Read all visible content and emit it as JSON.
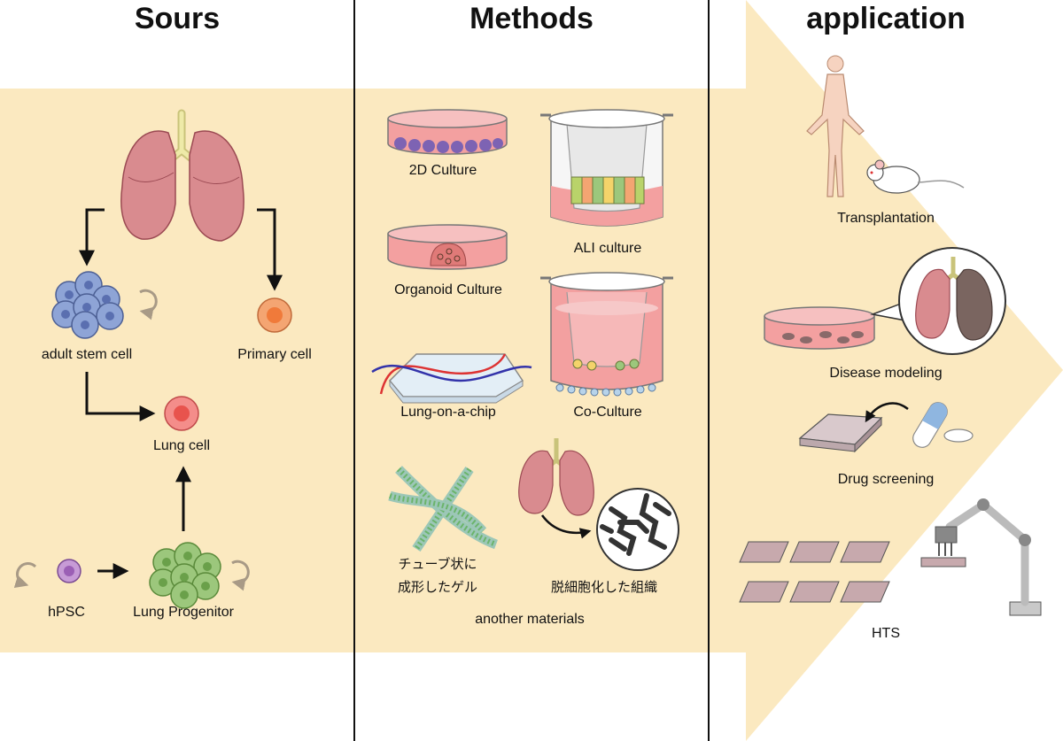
{
  "headers": {
    "sources": "Sours",
    "methods": "Methods",
    "application": "application"
  },
  "sources": {
    "adult_stem_cell": "adult stem cell",
    "primary_cell": "Primary cell",
    "lung_cell": "Lung cell",
    "hpsc": "hPSC",
    "lung_progenitor": "Lung Progenitor"
  },
  "methods": {
    "culture_2d": "2D Culture",
    "ali_culture": "ALI culture",
    "organoid_culture": "Organoid Culture",
    "lung_on_chip": "Lung-on-a-chip",
    "co_culture": "Co-Culture",
    "tube_gel_line1": "チューブ状に",
    "tube_gel_line2": "成形したゲル",
    "decellularized_tissue": "脱細胞化した組織",
    "another_materials": "another materials"
  },
  "applications": {
    "transplantation": "Transplantation",
    "disease_modeling": "Disease modeling",
    "drug_screening": "Drug screening",
    "hts": "HTS"
  },
  "colors": {
    "band": "#fbe9c0",
    "lung": "#d98b8f",
    "stem_cell": "#8ea4d6",
    "progenitor": "#9cc77c",
    "hpsc_cell": "#c79bd6",
    "medium": "#f3a0a0",
    "primary_cell": "#f4a572",
    "lung_cell_color": "#f48d8a"
  }
}
